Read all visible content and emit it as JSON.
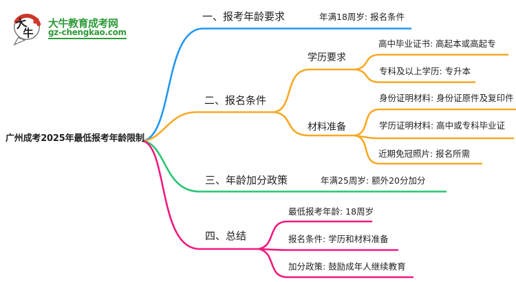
{
  "logo": {
    "icon_text_top": "大",
    "icon_text_bottom": "牛",
    "site_name": "大牛教育成考网",
    "site_url": "gz-chengkao.com"
  },
  "root": {
    "label": "广州成考2025年最低报考年龄限制"
  },
  "colors": {
    "branch1": "#2196F3",
    "branch2": "#F7A823",
    "branch3": "#28C373",
    "branch4": "#F2187E",
    "brand_green": "#2E9B3A",
    "brand_red": "#CE372C",
    "text": "#1F1F1F"
  },
  "branches": [
    {
      "label": "一、报考年龄要求",
      "children": [
        {
          "label": "年满18周岁: 报名条件"
        }
      ]
    },
    {
      "label": "二、报名条件",
      "children": [
        {
          "label": "学历要求",
          "children": [
            {
              "label": "高中毕业证书: 高起本或高起专"
            },
            {
              "label": "专科及以上学历: 专升本"
            }
          ]
        },
        {
          "label": "材料准备",
          "children": [
            {
              "label": "身份证明材料: 身份证原件及复印件"
            },
            {
              "label": "学历证明材料: 高中或专科毕业证"
            },
            {
              "label": "近期免冠照片: 报名所需"
            }
          ]
        }
      ]
    },
    {
      "label": "三、年龄加分政策",
      "children": [
        {
          "label": "年满25周岁: 额外20分加分"
        }
      ]
    },
    {
      "label": "四、总结",
      "children": [
        {
          "label": "最低报考年龄: 18周岁"
        },
        {
          "label": "报名条件: 学历和材料准备"
        },
        {
          "label": "加分政策: 鼓励成年人继续教育"
        }
      ]
    }
  ]
}
